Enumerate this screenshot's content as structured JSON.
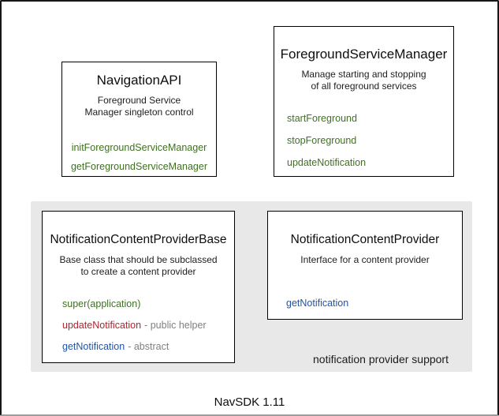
{
  "diagram": {
    "caption": "NavSDK 1.11",
    "panel": {
      "label": "notification provider support"
    },
    "boxes": [
      {
        "id": "navigation-api",
        "title": "NavigationAPI",
        "description": [
          "Foreground Service",
          "Manager singleton control"
        ],
        "methods": [
          {
            "name": "initForegroundServiceManager",
            "color": "green"
          },
          {
            "name": "getForegroundServiceManager",
            "color": "green"
          }
        ]
      },
      {
        "id": "foreground-service-manager",
        "title": "ForegroundServiceManager",
        "description": [
          "Manage starting and stopping",
          "of all foreground services"
        ],
        "methods": [
          {
            "name": "startForeground",
            "color": "green"
          },
          {
            "name": "stopForeground",
            "color": "green"
          },
          {
            "name": "updateNotification",
            "color": "green"
          }
        ]
      },
      {
        "id": "notification-content-provider-base",
        "title": "NotificationContentProviderBase",
        "description": [
          "Base class that should be subclassed",
          "to create a content provider"
        ],
        "methods": [
          {
            "name": "super(application)",
            "color": "green"
          },
          {
            "name": "updateNotification",
            "color": "red",
            "suffix": "- public helper"
          },
          {
            "name": "getNotification",
            "color": "blue",
            "suffix": "- abstract"
          }
        ]
      },
      {
        "id": "notification-content-provider",
        "title": "NotificationContentProvider",
        "description": [
          "Interface for a content provider"
        ],
        "methods": [
          {
            "name": "getNotification",
            "color": "blue"
          }
        ]
      }
    ]
  },
  "colors": {
    "method-green": "#3e7122",
    "method-red": "#b1242e",
    "method-blue": "#2353a3",
    "suffix-gray": "#808080",
    "panel-bg": "#e8e8e8",
    "box-border": "#000000",
    "frame-border": "#161616"
  }
}
